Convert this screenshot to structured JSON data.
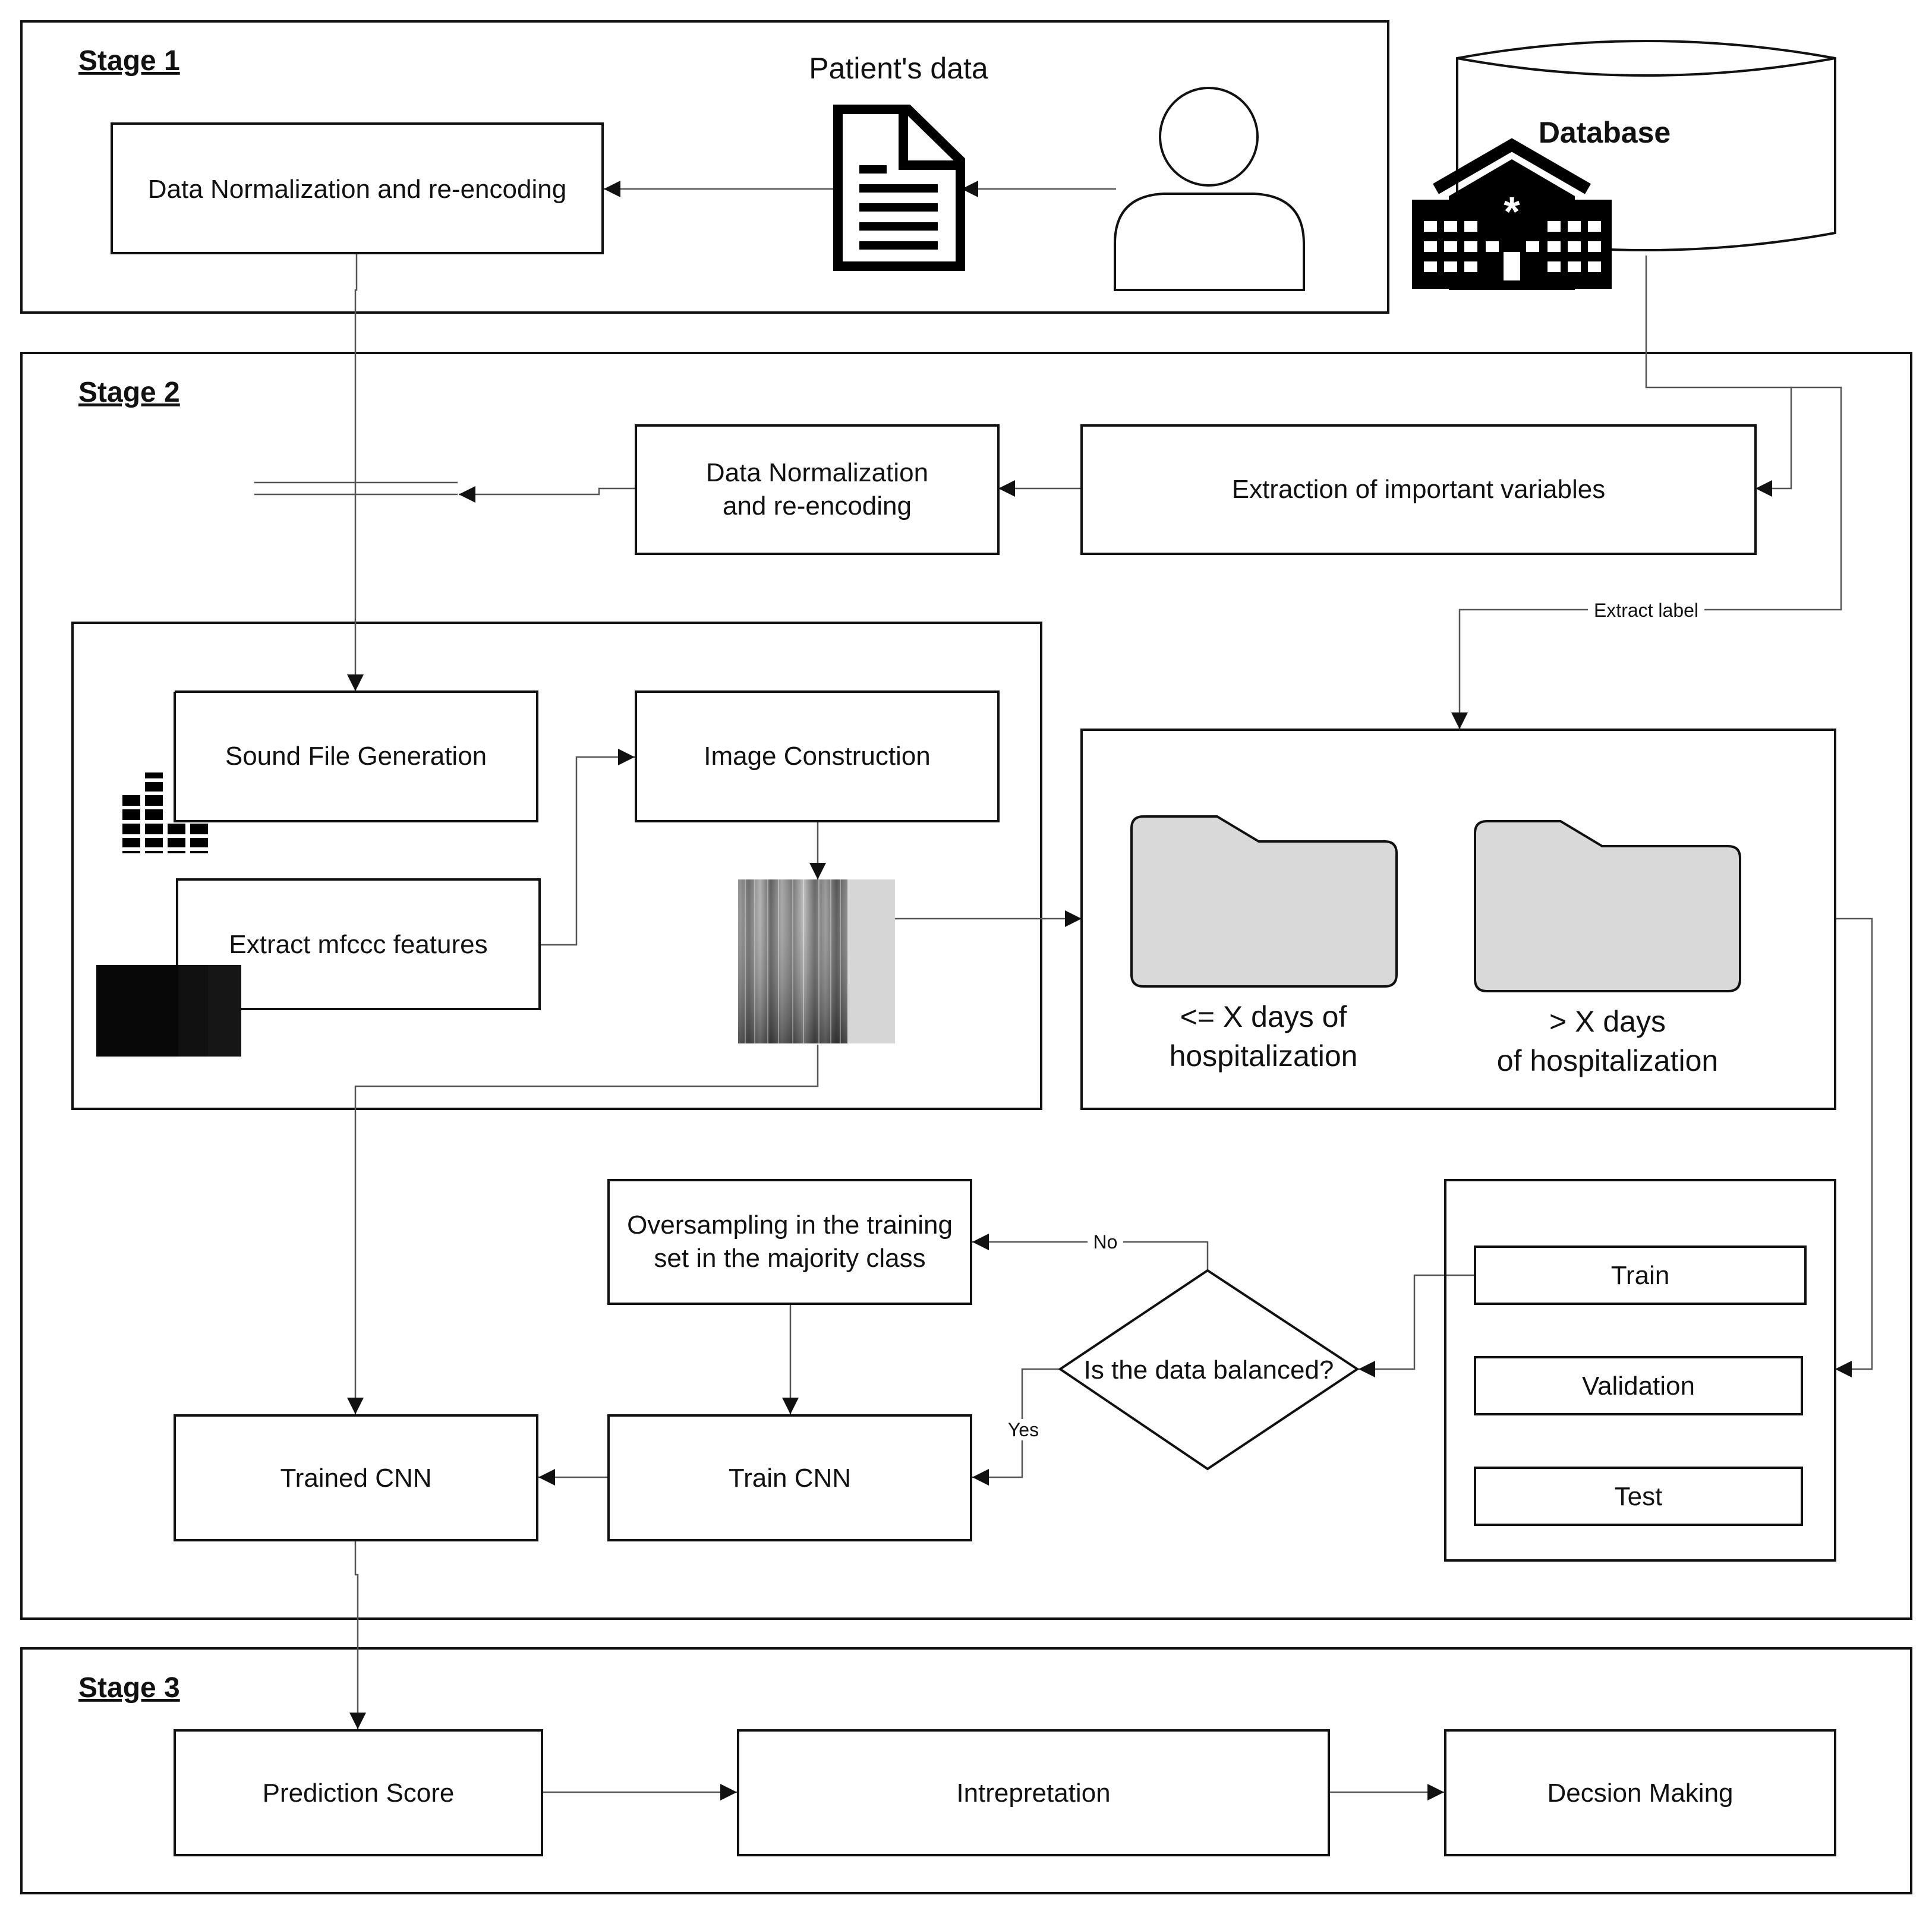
{
  "stages": {
    "stage1": "Stage 1",
    "stage2": "Stage 2",
    "stage3": "Stage 3"
  },
  "stage1": {
    "normalization_box": "Data Normalization and re-encoding",
    "patients_data_label": "Patient's data",
    "database_label": "Database"
  },
  "stage2": {
    "normalization_box": [
      "Data Normalization",
      "and re-encoding"
    ],
    "extraction_box": "Extraction of important variables",
    "extract_label": "Extract label",
    "sound_file_box": "Sound File Generation",
    "image_construction_box": "Image Construction",
    "mfccc_box": "Extract mfccc features",
    "folder_short": [
      "<= X days of",
      "hospitalization"
    ],
    "folder_long": [
      "> X days",
      "of hospitalization"
    ],
    "oversampling_box": [
      "Oversampling in the training",
      "set in the majority class"
    ],
    "decision": "Is the data balanced?",
    "decision_no": "No",
    "decision_yes": "Yes",
    "split": {
      "train": "Train",
      "validation": "Validation",
      "test": "Test"
    },
    "train_cnn_box": "Train CNN",
    "trained_cnn_box": "Trained CNN"
  },
  "stage3": {
    "prediction_box": "Prediction Score",
    "interpretation_box": "Intrepretation",
    "decision_box": "Decsion Making"
  },
  "icons": [
    "document-icon",
    "person-icon",
    "database-icon",
    "hospital-icon",
    "equalizer-icon",
    "mfcc-image-icon",
    "spectrogram-icon",
    "folder-icon"
  ]
}
